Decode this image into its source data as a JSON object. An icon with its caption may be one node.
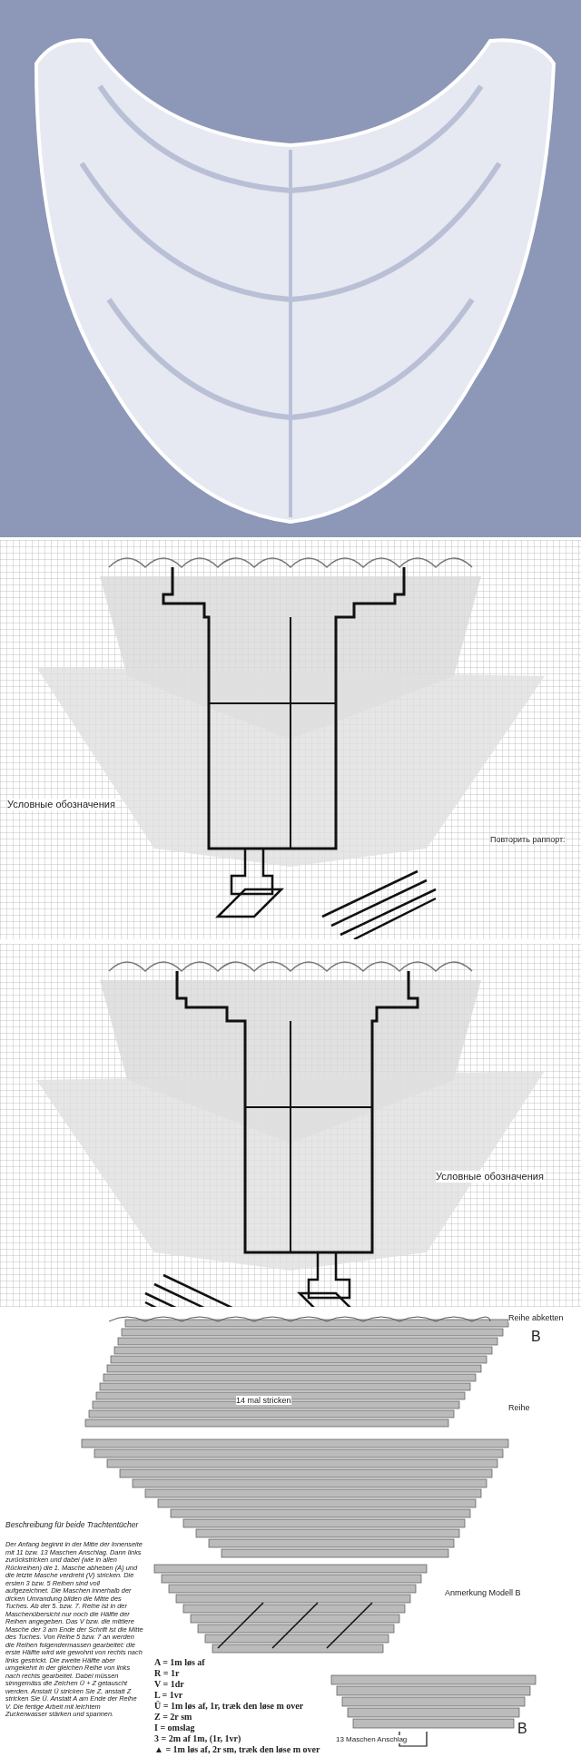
{
  "diagram": {
    "labels": [
      "Условные обозначения",
      "Повторить раппорт:",
      "Условные обозначения",
      "Reihe abketten",
      "B",
      "14 mal stricken",
      "Reihe",
      "Beschreibung für beide Trachtentücher",
      "Der Anfang beginnt in der Mitte der Innenseite mit 11 bzw. 13 Maschen Anschlag. Dann links zurückstricken und dabei (wie in allen Rückreihen) die 1. Masche abheben (A) und die letzte Masche verdreht (V) stricken. Die ersten 3 bzw. 5 Reihen sind voll aufgezeichnet. Die Maschen innerhalb der dicken Umrandung bilden die Mitte des Tuches. Ab der 5. bzw. 7. Reihe ist in der Maschenübersicht nur noch die Hälfte der Reihen angegeben. Das V bzw. die mittlere Masche der 3 am Ende der Schrift ist die Mitte des Tuches. Von Reihe 5 bzw. 7 an werden die Reihen folgendermassen gearbeitet: die erste Hälfte wird wie gewohnt von rechts nach links gestrickt. Die zweite Hälfte aber umgekehrt in der gleichen Reihe von links nach rechts gearbeitet. Dabei müssen sinngemäss die Zeichen Ü + Z getauscht werden. Anstatt Ü stricken Sie Z, anstatt Z stricken Sie Ü. Anstatt A am Ende der Reihe V. Die fertige Arbeit mit leichtem Zuckerwasser stärken und spannen.",
      "Anmerkung Modell B",
      "A = 1m løs af",
      "R = 1r",
      "V = 1dr",
      "L = 1vr",
      "Ü = 1m løs af, 1r, træk den løse m over",
      "Z = 2r sm",
      "I = omslag",
      "3 = 2m af 1m, (1r, 1vr)",
      "▲ = 1m løs af, 2r sm, træk den løse m over",
      "13 Maschen Anschlag",
      "B"
    ]
  }
}
